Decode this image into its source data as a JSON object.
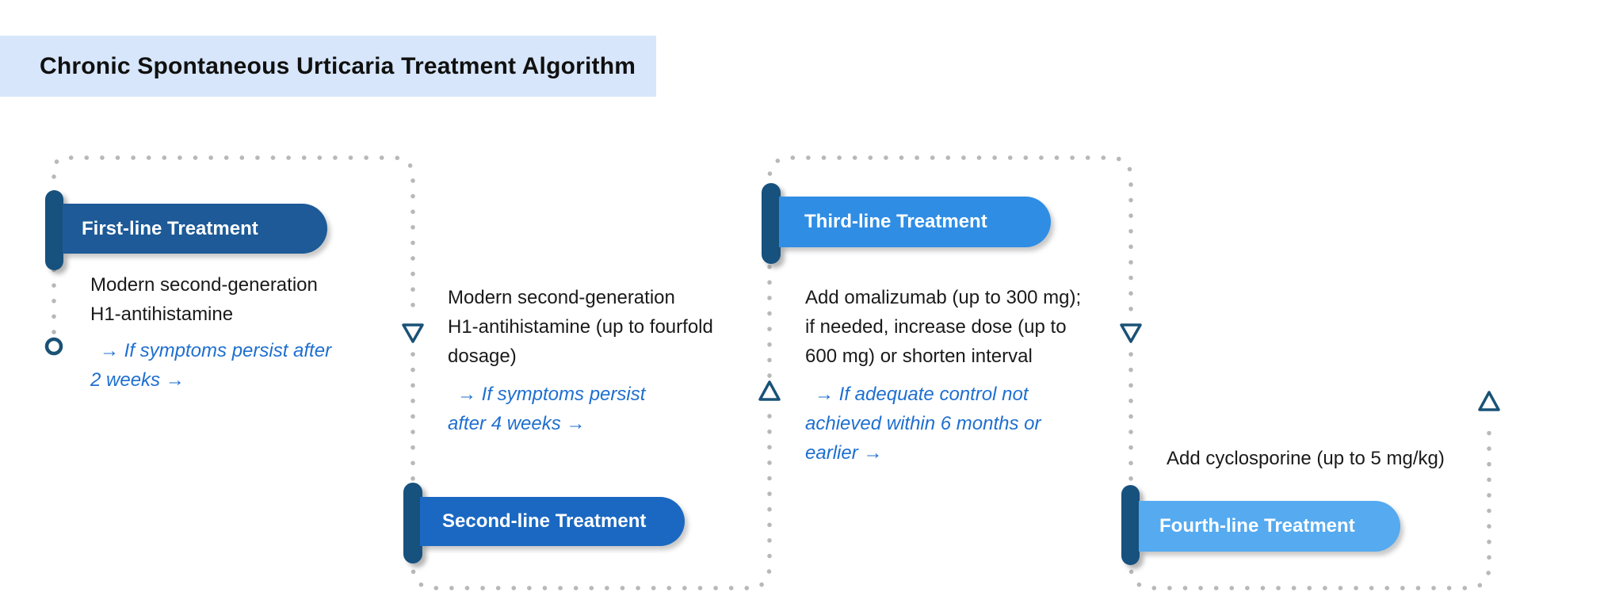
{
  "title": "Chronic Spontaneous Urticaria Treatment Algorithm",
  "stages": [
    {
      "label": "First-line Treatment",
      "description": "Modern second-generation\nH1-antihistamine",
      "note": "→ If symptoms persist after\n2 weeks →",
      "pill_color": "#1D5A97"
    },
    {
      "label": "Second-line Treatment",
      "description": "Modern second-generation\nH1-antihistamine (up to fourfold\ndosage)",
      "note": "→ If symptoms persist\nafter 4 weeks →",
      "pill_color": "#1B68C2"
    },
    {
      "label": "Third-line Treatment",
      "description": "Add omalizumab (up to 300 mg);\nif needed, increase dose (up to\n600 mg) or shorten interval",
      "note": "→ If adequate control not\nachieved within 6 months or\nearlier →",
      "pill_color": "#2F8DE4"
    },
    {
      "label": "Fourth-line Treatment",
      "description": "Add cyclosporine (up to 5 mg/kg)",
      "note": "",
      "pill_color": "#55AAF0"
    }
  ],
  "connectors": {
    "entry_marker": "circle-outline",
    "step_markers": [
      "triangle-down-outline",
      "triangle-up-outline",
      "triangle-down-outline",
      "triangle-up-outline"
    ],
    "dot_color": "#B8B8B8",
    "marker_color": "#1A5276"
  },
  "colors": {
    "title_bg": "#D7E6FA",
    "accent_bar": "#17517E",
    "note_text": "#1E6FD0",
    "body_text": "#1A1A1A"
  }
}
